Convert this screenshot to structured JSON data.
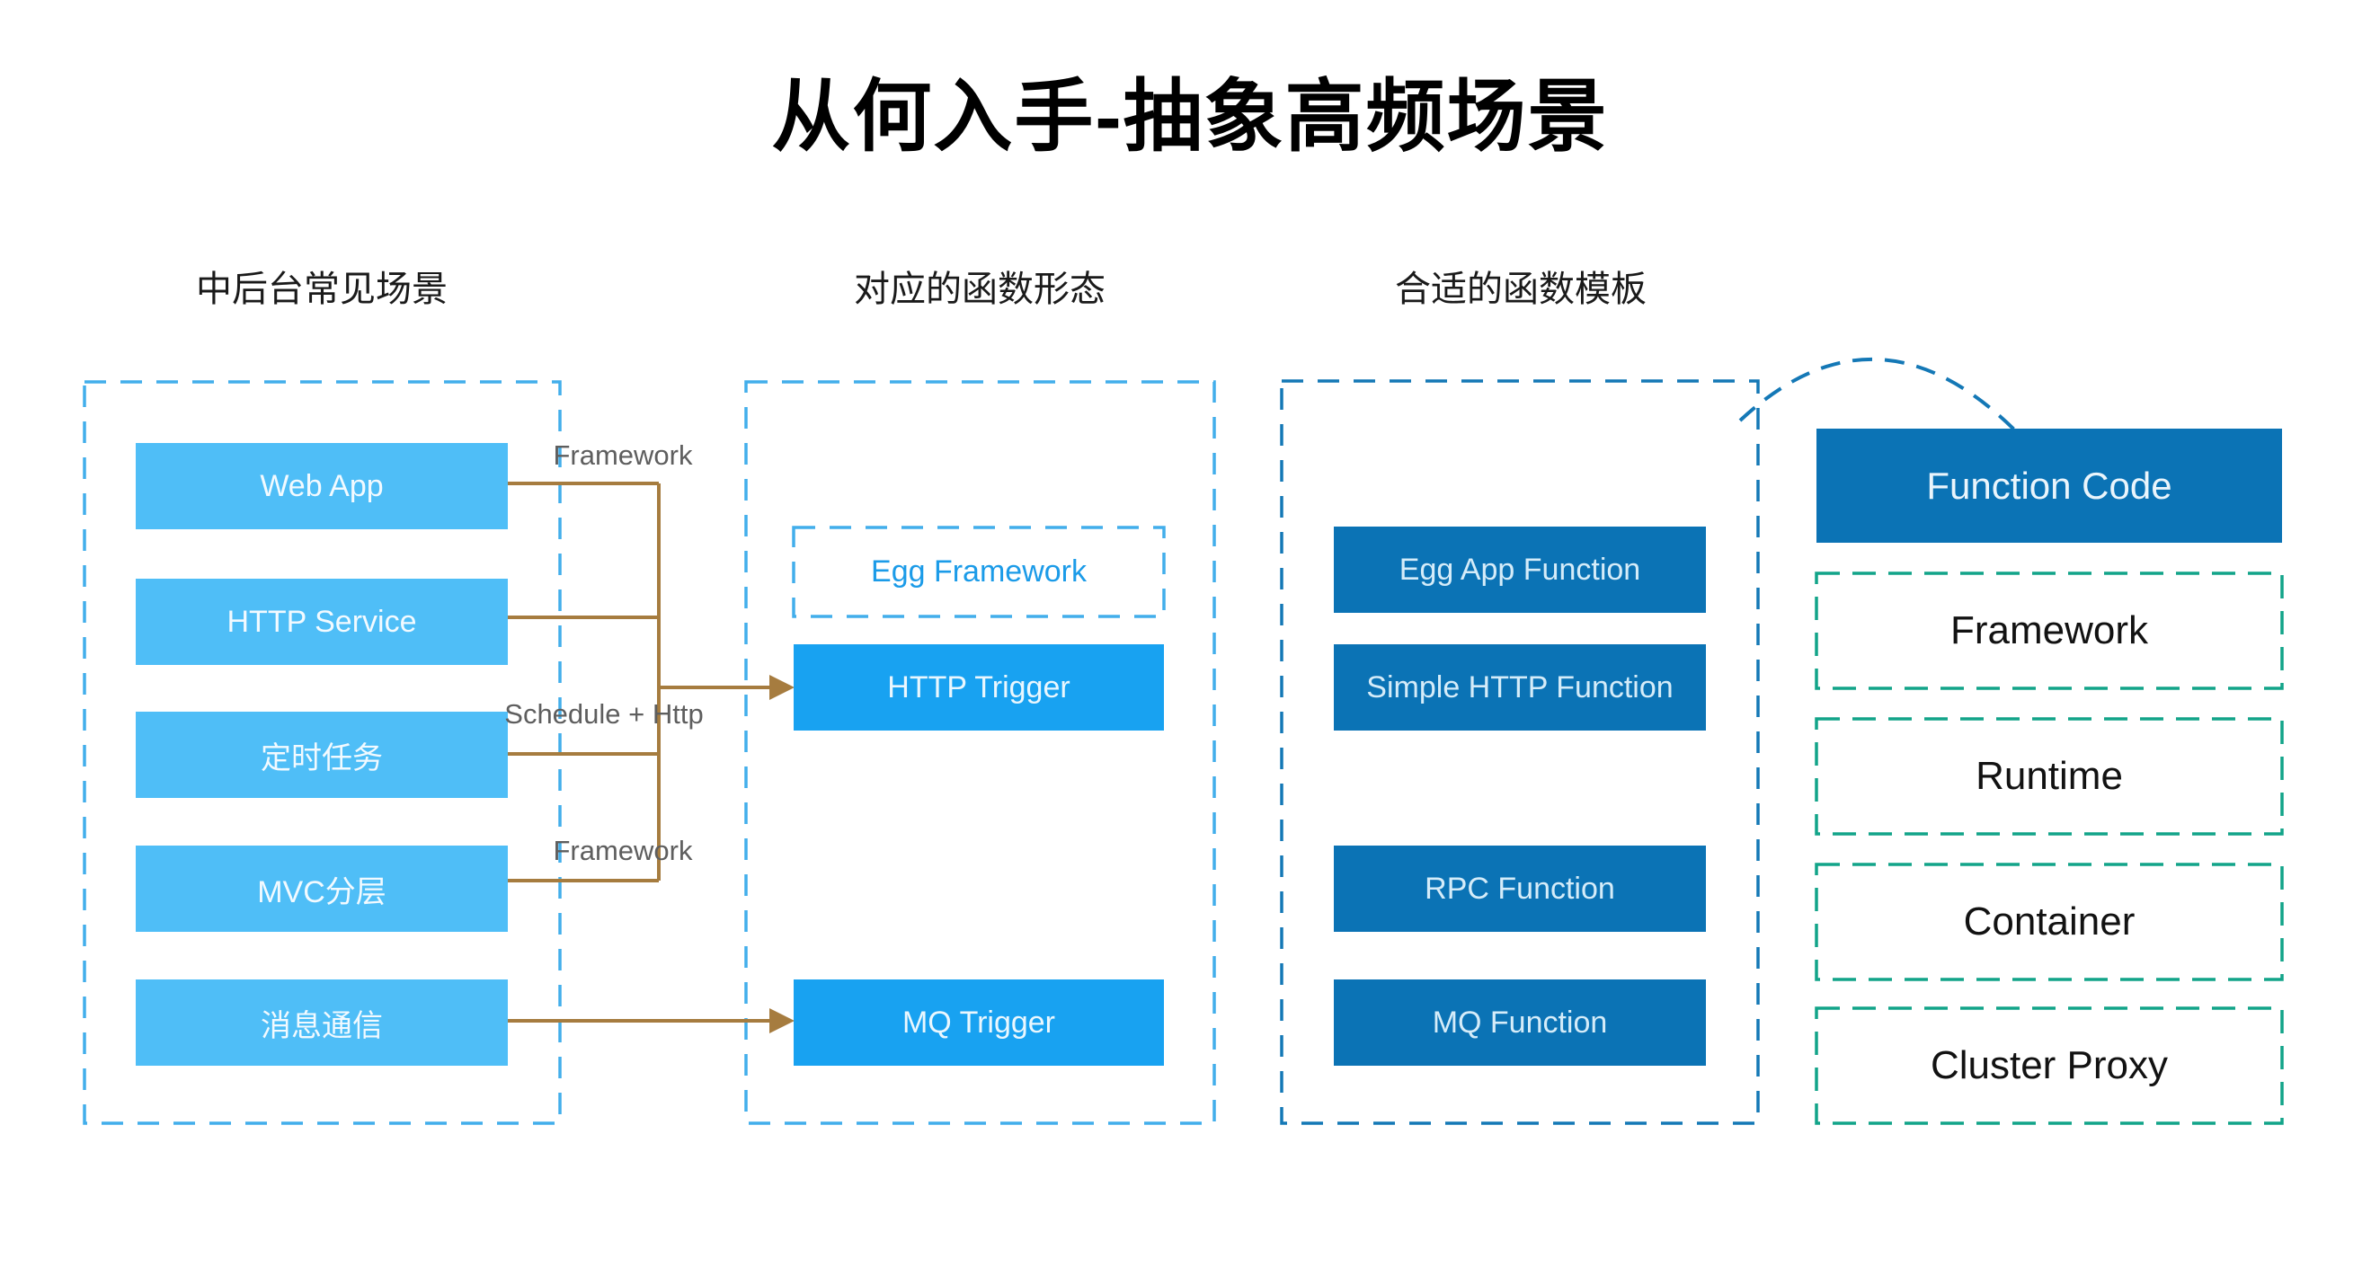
{
  "title": "从何入手-抽象高频场景",
  "columns": {
    "scenarios": {
      "header": "中后台常见场景",
      "items": [
        {
          "label": "Web App"
        },
        {
          "label": "HTTP Service"
        },
        {
          "label": "定时任务"
        },
        {
          "label": "MVC分层"
        },
        {
          "label": "消息通信"
        }
      ]
    },
    "function_forms": {
      "header": "对应的函数形态",
      "egg_framework": "Egg Framework",
      "http_trigger": "HTTP Trigger",
      "mq_trigger": "MQ Trigger"
    },
    "templates": {
      "header": "合适的函数模板",
      "items": [
        {
          "label": "Egg App Function"
        },
        {
          "label": "Simple HTTP Function"
        },
        {
          "label": "RPC Function"
        },
        {
          "label": "MQ Function"
        }
      ]
    },
    "stack": {
      "function_code": "Function Code",
      "layers": [
        {
          "label": "Framework"
        },
        {
          "label": "Runtime"
        },
        {
          "label": "Container"
        },
        {
          "label": "Cluster Proxy"
        }
      ]
    }
  },
  "connector_labels": {
    "web_app": "Framework",
    "schedule": "Schedule + Http",
    "mvc": "Framework"
  },
  "colors": {
    "scenario_box": "#4FBEF7",
    "trigger_box": "#18A2F1",
    "dark_box": "#0B73B5",
    "dashed_light_blue": "#42AEEB",
    "dashed_dark_blue": "#1478B6",
    "dashed_teal": "#12A489",
    "connector_line": "#A67C3F",
    "connector_label": "#5E5E5E",
    "egg_framework_text": "#1B9BE8"
  }
}
